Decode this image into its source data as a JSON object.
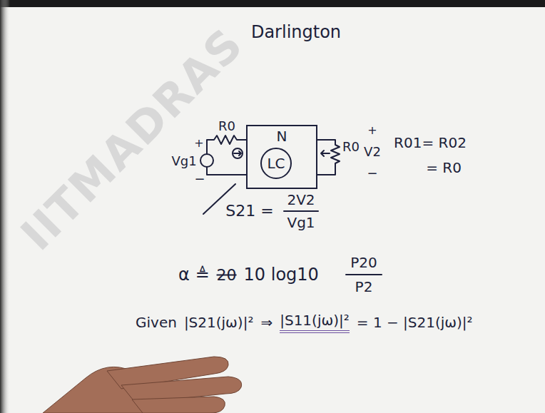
{
  "diagram": {
    "title": "Darlington",
    "nodes": [
      {
        "text": [
          "N"
        ]
      },
      {
        "text": [
          "LC"
        ],
        "in": 0
      }
    ],
    "labels": [
      "IITMADRAS",
      "+",
      "Vg1",
      "−",
      "R0",
      "R0",
      "+",
      "V2",
      "−",
      "R01= R02",
      "= R0",
      "S21 =",
      "2V2",
      "Vg1",
      "α ≜",
      "20",
      "10 log10",
      "P20",
      "P2",
      "Given",
      "|S21(jω)|²",
      "⇒",
      "|S11(jω)|²",
      "= 1 − |S21(jω)|²"
    ]
  }
}
